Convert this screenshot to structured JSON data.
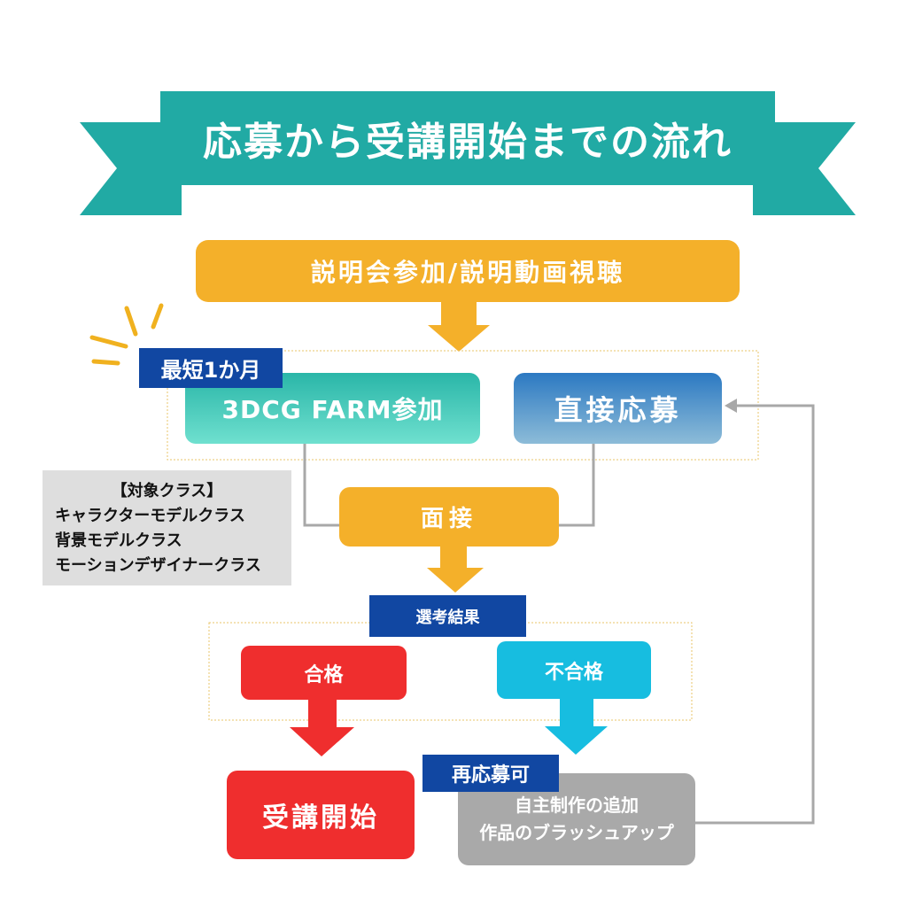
{
  "title": "応募から受講開始までの流れ",
  "steps": {
    "info_session": "説明会参加/説明動画視聴",
    "shortest_tag": "最短1か月",
    "farm": "3DCG FARM参加",
    "direct": "直接応募",
    "interview": "面接",
    "result_tag": "選考結果",
    "pass": "合格",
    "fail": "不合格",
    "reapply_tag": "再応募可",
    "start": "受講開始",
    "brushup_line1": "自主制作の追加",
    "brushup_line2": "作品のブラッシュアップ"
  },
  "classes": {
    "heading": "【対象クラス】",
    "items": [
      "キャラクターモデルクラス",
      "背景モデルクラス",
      "モーションデザイナークラス"
    ]
  },
  "colors": {
    "banner": "#21aaa4",
    "orange": "#f4b02a",
    "navy": "#1147a2",
    "red": "#ef2e2e",
    "cyan": "#17bde0",
    "gray": "#a9a9a9",
    "spark": "#f0b11f"
  }
}
